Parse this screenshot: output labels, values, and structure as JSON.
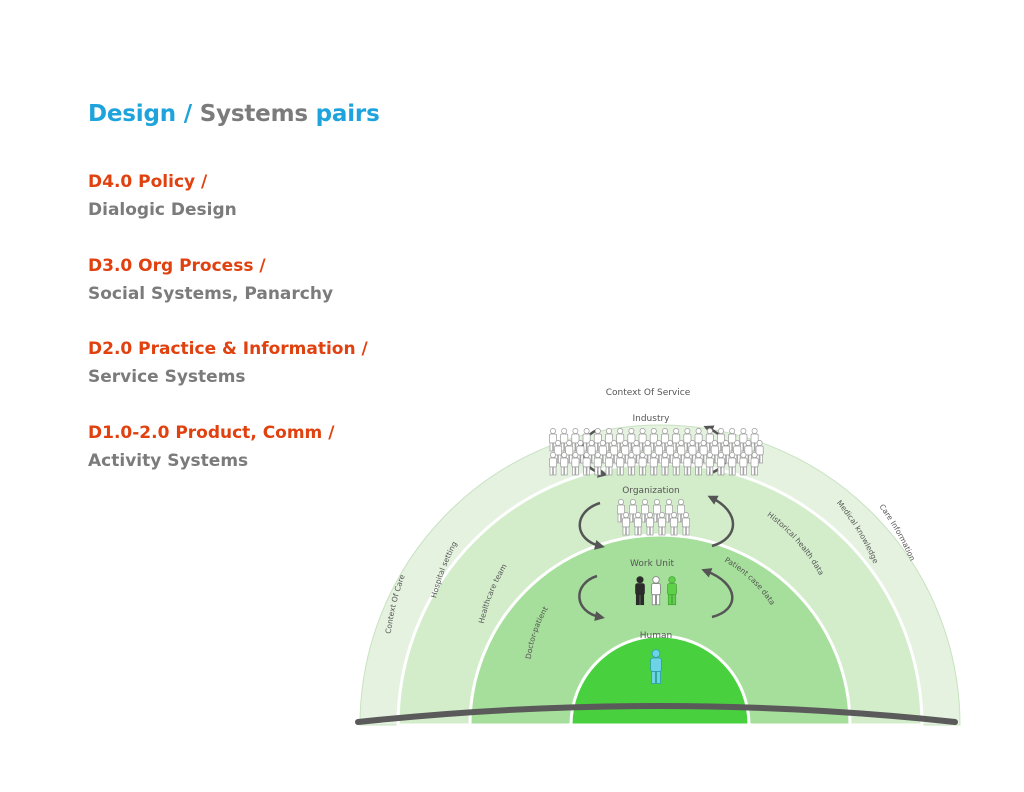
{
  "title": {
    "word1": "Design",
    "slash": "/",
    "word2": "Systems",
    "word3": "pairs"
  },
  "pairs": [
    {
      "design": "D4.0 Policy  /",
      "system": "Dialogic Design"
    },
    {
      "design": "D3.0 Org Process /",
      "system": "Social Systems, Panarchy"
    },
    {
      "design": "D2.0 Practice & Information /",
      "system": "Service Systems"
    },
    {
      "design": "D1.0-2.0 Product, Comm /",
      "system": "Activity Systems"
    }
  ],
  "diagram": {
    "context_of_service": "Context Of Service",
    "rings": {
      "industry": "Industry",
      "organization": "Organization",
      "work_unit": "Work Unit",
      "human": "Human"
    },
    "left_labels": {
      "context_of_care": "Context Of Care",
      "hospital_setting": "Hospital setting",
      "healthcare_team": "Healthcare team",
      "doctor_patient": "Doctor-patient"
    },
    "right_labels": {
      "care_information": "Care Information",
      "medical_knowledge": "Medical knowledge",
      "historical_health_data": "Historical health data",
      "patient_case_data": "Patient case data"
    },
    "colors": {
      "outer": "#e4f2df",
      "ring2": "#d3edcb",
      "ring3": "#a6df9b",
      "core": "#48d03e",
      "ground": "#5a5a5a",
      "title_blue": "#1fa3dc",
      "design_red": "#e0410f",
      "system_gray": "#7b7b7b"
    }
  }
}
